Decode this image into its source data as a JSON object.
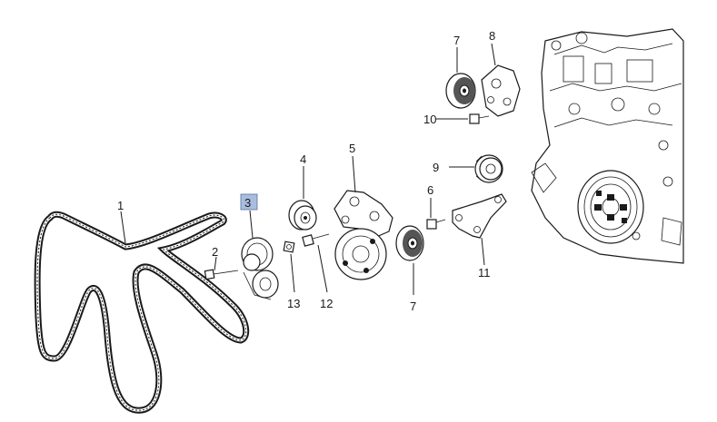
{
  "diagram": {
    "highlight_color": "#a9bde0",
    "line_color": "#1a1a1a",
    "callouts": [
      {
        "id": "belt",
        "label": "1"
      },
      {
        "id": "bolt-2",
        "label": "2"
      },
      {
        "id": "tensioner-3",
        "label": "3",
        "highlighted": true
      },
      {
        "id": "idler-4",
        "label": "4"
      },
      {
        "id": "bracket-5",
        "label": "5"
      },
      {
        "id": "bolt-6",
        "label": "6"
      },
      {
        "id": "pulley-7a",
        "label": "7"
      },
      {
        "id": "pulley-7b",
        "label": "7"
      },
      {
        "id": "bracket-8",
        "label": "8"
      },
      {
        "id": "bolt-9",
        "label": "9"
      },
      {
        "id": "idler-10",
        "label": "10"
      },
      {
        "id": "bracket-11",
        "label": "11"
      },
      {
        "id": "bolt-12",
        "label": "12"
      },
      {
        "id": "nut-13",
        "label": "13"
      }
    ]
  }
}
